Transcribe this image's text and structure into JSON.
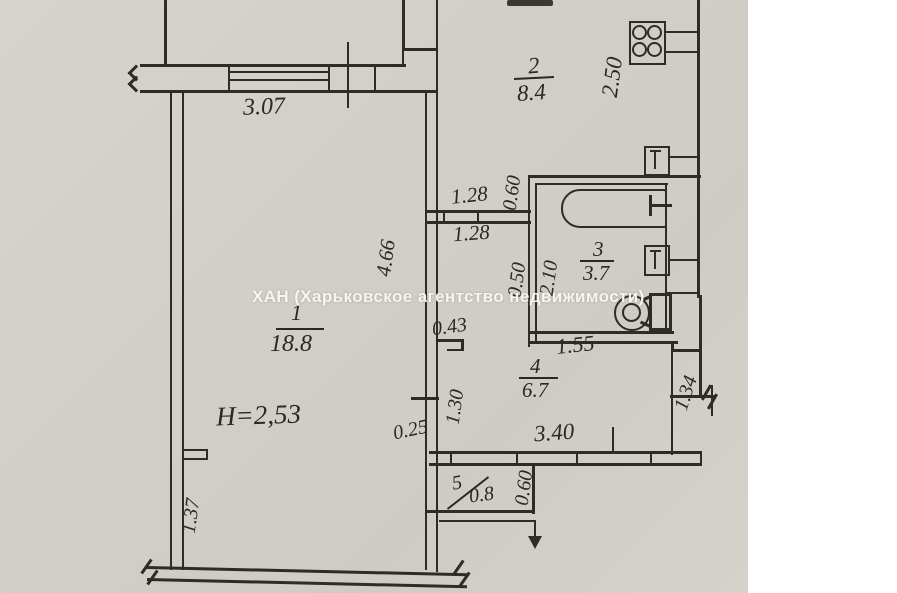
{
  "watermark": "ХАН (Харьковское агентство недвижимости)",
  "rooms": [
    {
      "number": "1",
      "area": "18.8",
      "note": "H=2,53"
    },
    {
      "number": "2",
      "area": "8.4"
    },
    {
      "number": "3",
      "area": "3.7"
    },
    {
      "number": "4",
      "area": "6.7"
    },
    {
      "number": "5",
      "area": "0.8"
    }
  ],
  "dimensions": {
    "room1_window": "3.07",
    "passage_top": "1.28",
    "passage_bottom": "1.28",
    "kitchen_wall_seg": "0.60",
    "room1_right_wall": "4.66",
    "kitchen_depth": "2.50",
    "bath_depth": "2.10",
    "bath_wall_seg": "0.50",
    "wall_step": "0.43",
    "hall_wall_upper": "1.30",
    "hall_wall_lower": "0.25",
    "bath_width": "1.55",
    "hall_width": "3.40",
    "corridor_side": "1.34",
    "closet_side": "0.60",
    "room1_bottom_seg": "1.37"
  },
  "colors": {
    "paper": "#d3cfc9",
    "ink": "#2e2b28",
    "watermark_text": "#faf9f6"
  }
}
